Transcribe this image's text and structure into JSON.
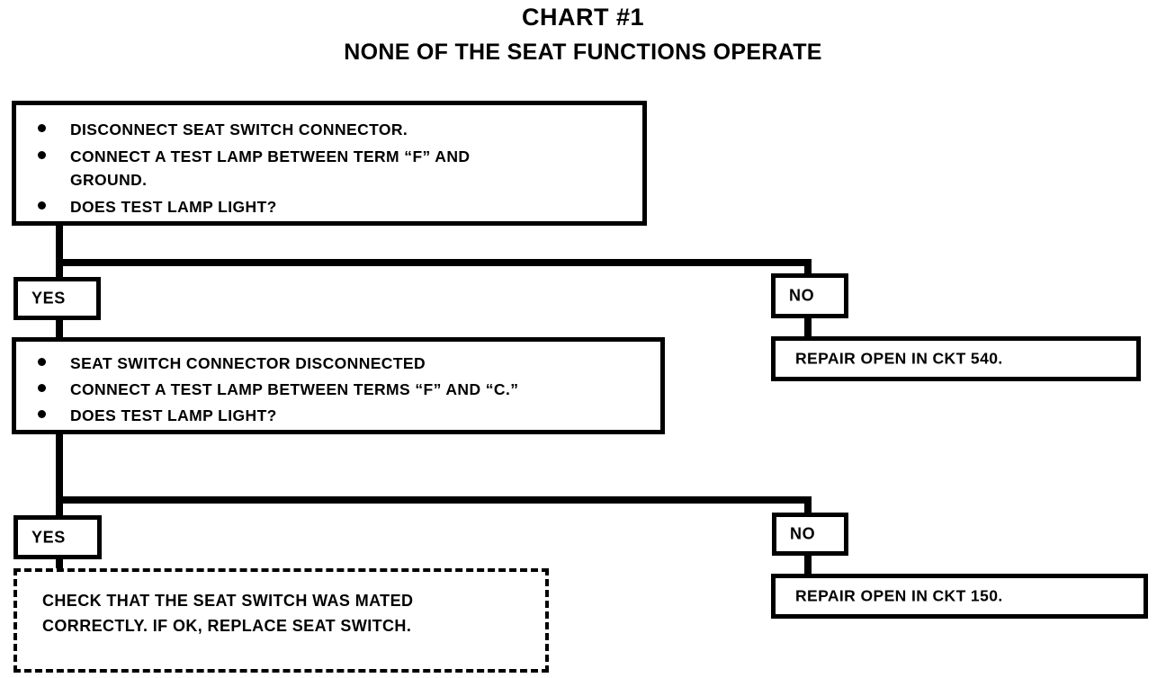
{
  "title": {
    "main": "CHART #1",
    "sub": "NONE OF THE SEAT FUNCTIONS OPERATE"
  },
  "step1": {
    "bullets": [
      "DISCONNECT SEAT SWITCH CONNECTOR.",
      "CONNECT A TEST LAMP BETWEEN TERM “F” AND\nGROUND.",
      "DOES TEST LAMP LIGHT?"
    ]
  },
  "branch1": {
    "yes_label": "YES",
    "no_label": "NO",
    "no_outcome": "REPAIR OPEN IN CKT 540."
  },
  "step2": {
    "bullets": [
      "SEAT SWITCH CONNECTOR DISCONNECTED",
      "CONNECT A TEST LAMP BETWEEN TERMS “F” AND “C.”",
      "DOES TEST LAMP LIGHT?"
    ]
  },
  "branch2": {
    "yes_label": "YES",
    "no_label": "NO",
    "no_outcome": "REPAIR OPEN IN CKT 150.",
    "yes_outcome": "CHECK THAT THE SEAT SWITCH WAS MATED\nCORRECTLY.  IF OK, REPLACE SEAT SWITCH."
  },
  "colors": {
    "ink": "#000000",
    "paper": "#ffffff"
  }
}
